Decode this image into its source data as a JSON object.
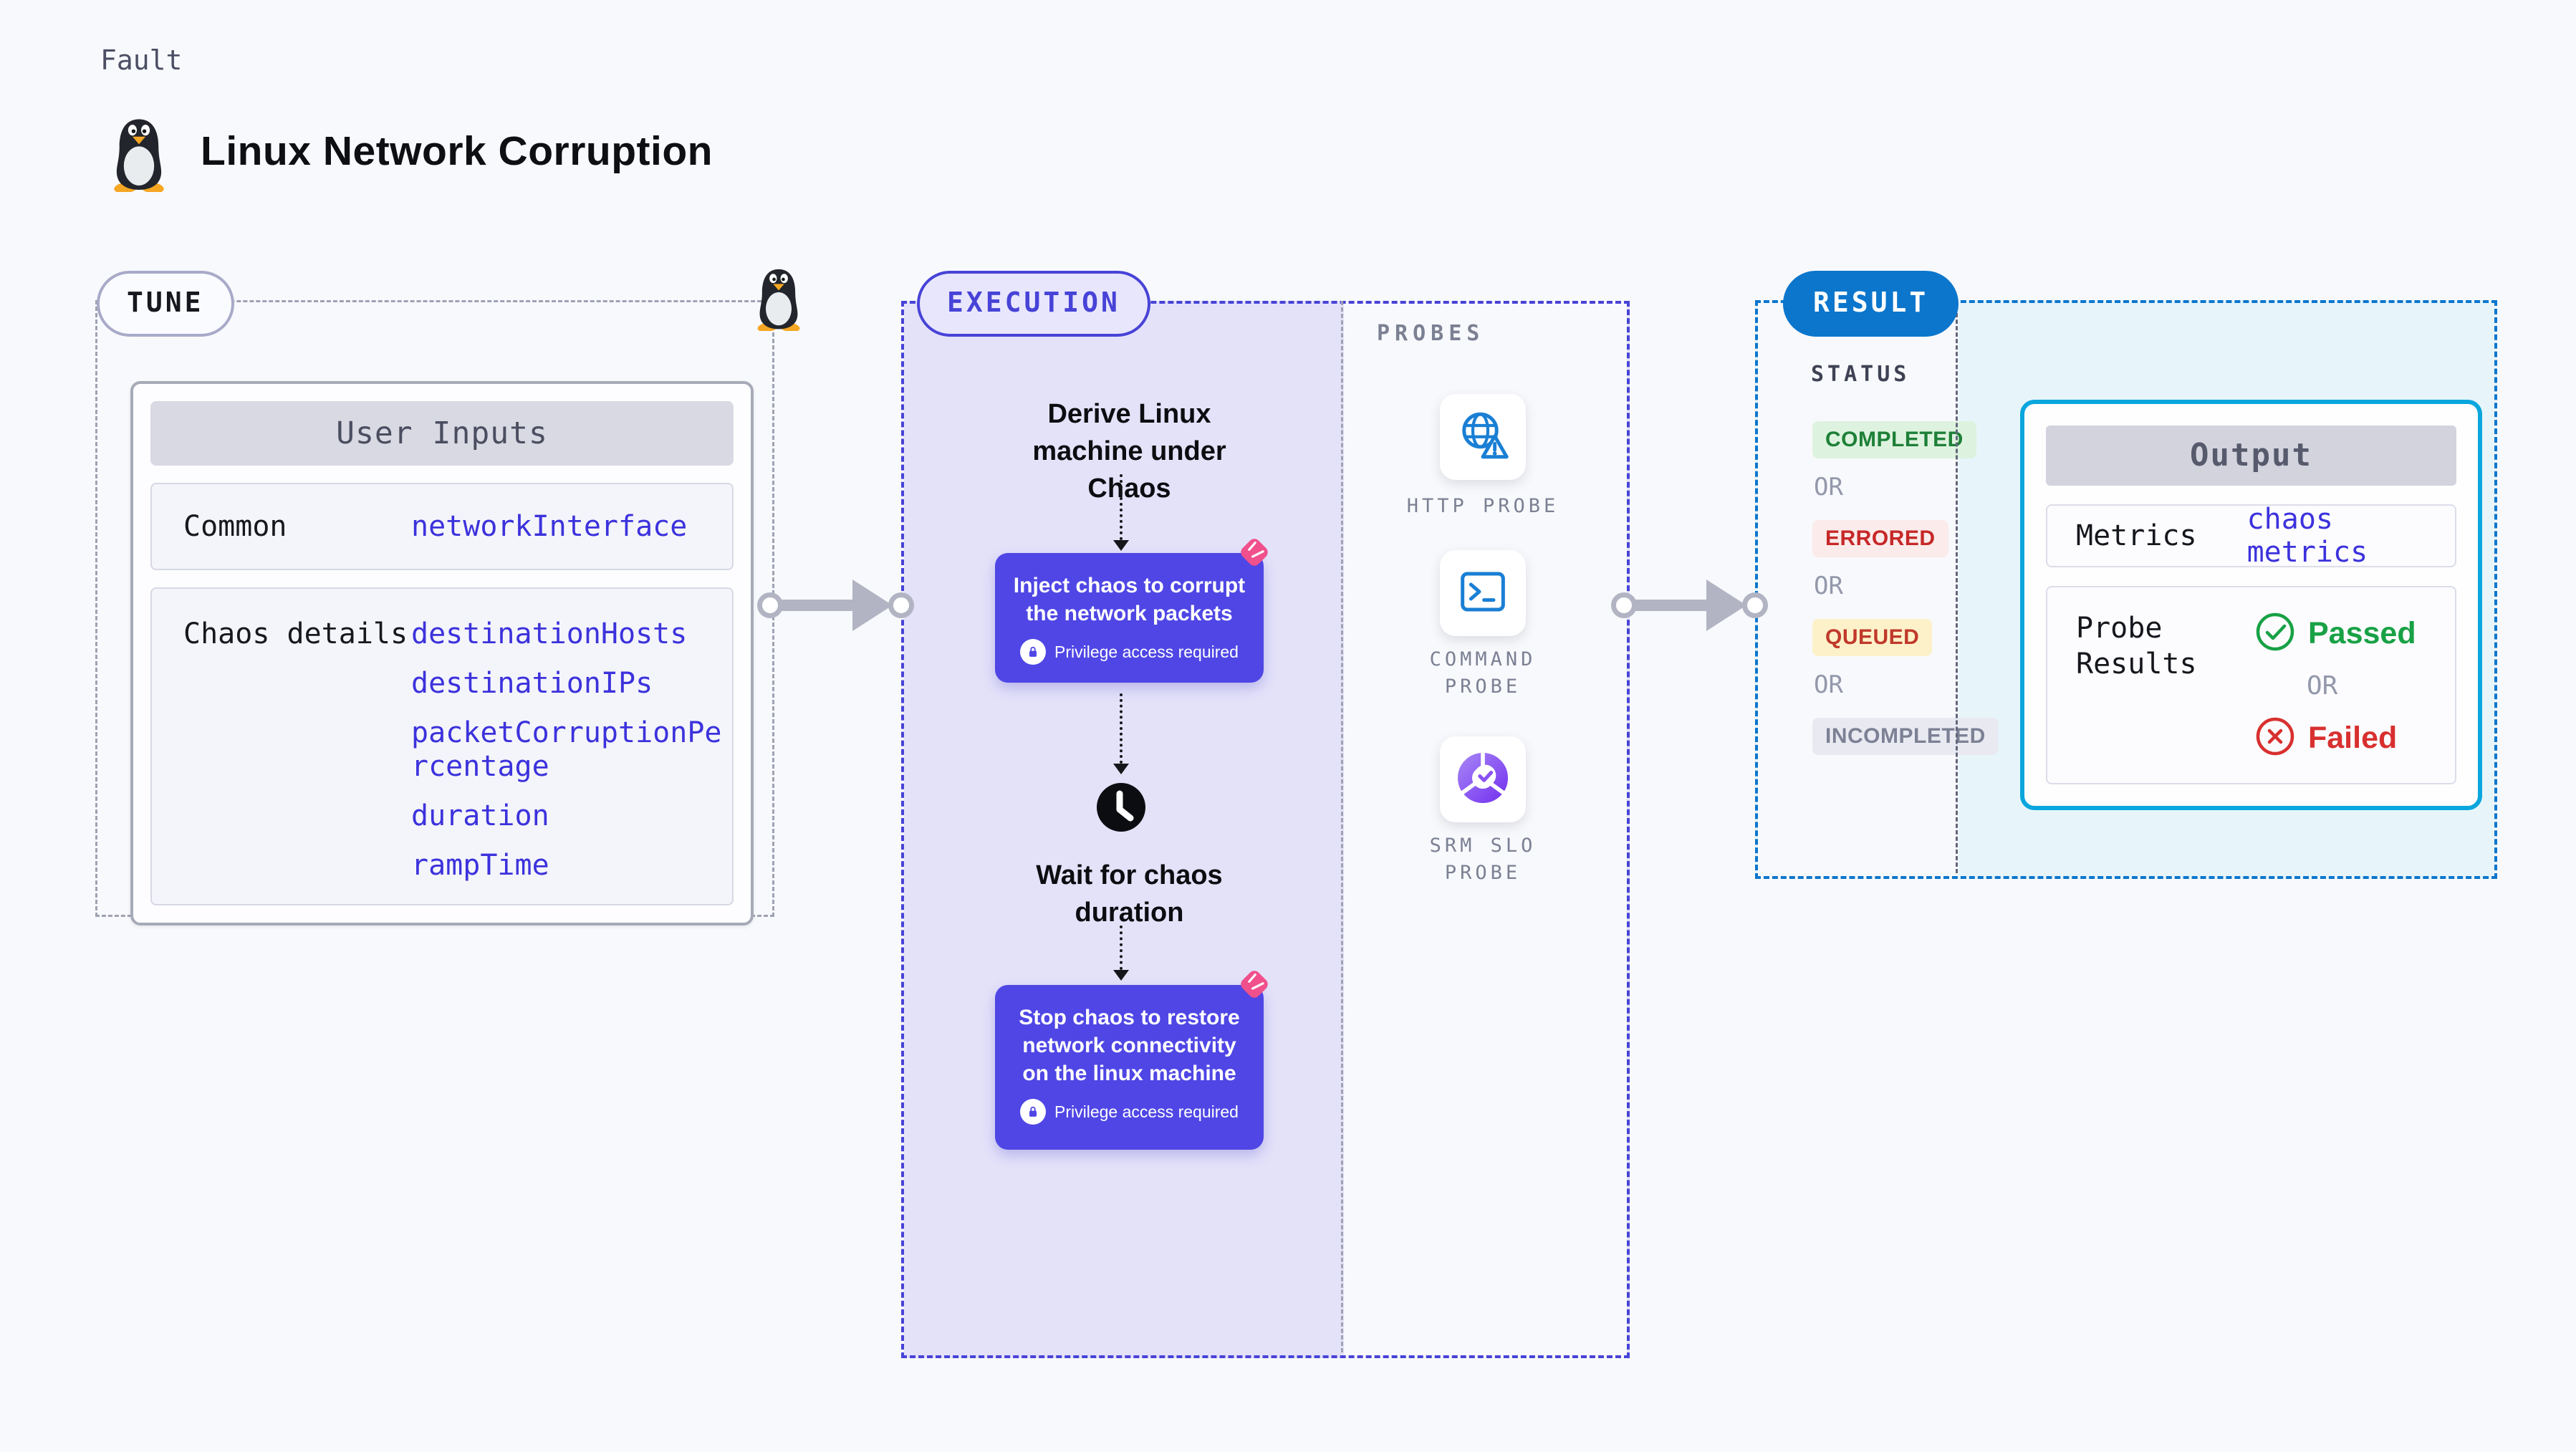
{
  "header": {
    "eyebrow": "Fault",
    "title": "Linux Network Corruption"
  },
  "tune": {
    "badge": "TUNE",
    "table": {
      "header": "User Inputs",
      "rows": [
        {
          "label": "Common",
          "values": [
            "networkInterface"
          ]
        },
        {
          "label": "Chaos details",
          "values": [
            "destinationHosts",
            "destinationIPs",
            "packetCorruptionPercentage",
            "duration",
            "rampTime"
          ]
        }
      ]
    }
  },
  "execution": {
    "badge": "EXECUTION",
    "steps": {
      "derive": "Derive Linux machine under Chaos",
      "inject": "Inject chaos to corrupt the network packets",
      "privilege_note": "Privilege access required",
      "wait": "Wait for chaos duration",
      "stop": "Stop chaos to restore network connectivity on the linux machine"
    },
    "probes": {
      "label": "PROBES",
      "items": [
        {
          "name": "HTTP PROBE",
          "icon": "globe-alert-icon"
        },
        {
          "name": "COMMAND\nPROBE",
          "icon": "terminal-icon"
        },
        {
          "name": "SRM SLO\nPROBE",
          "icon": "slo-donut-icon"
        }
      ]
    }
  },
  "result": {
    "badge": "RESULT",
    "status": {
      "label": "STATUS",
      "separator": "OR",
      "items": [
        {
          "label": "COMPLETED",
          "fg": "#1e8038",
          "bg": "#def3df"
        },
        {
          "label": "ERRORED",
          "fg": "#c62828",
          "bg": "#fbebeb"
        },
        {
          "label": "QUEUED",
          "fg": "#c0392b",
          "bg": "#fdf1c9"
        },
        {
          "label": "INCOMPLETED",
          "fg": "#7d8195",
          "bg": "#e9eaf1"
        }
      ]
    },
    "output": {
      "header": "Output",
      "metrics_label": "Metrics",
      "metrics_value": "chaos metrics",
      "probe_results_label": "Probe Results",
      "passed": "Passed",
      "separator": "OR",
      "failed": "Failed"
    }
  },
  "colors": {
    "page_bg": "#f8f9fc",
    "execution_fill": "#e4e2f9",
    "execution_border": "#4743d7",
    "chaos_node": "#4f46e5",
    "chaos_mark_pink": "#f0508c",
    "tune_border_gray": "#9fa2b2",
    "result_blue": "#0b76cc",
    "output_cyan_border": "#0aa6dd",
    "output_cyan_fill": "#e7f5fb",
    "value_blue": "#3c32dc",
    "passed_green": "#18a145",
    "failed_red": "#d8302f",
    "arrow_gray": "#b2b4c3",
    "probe_icon_blue": "#1a7fd4"
  }
}
